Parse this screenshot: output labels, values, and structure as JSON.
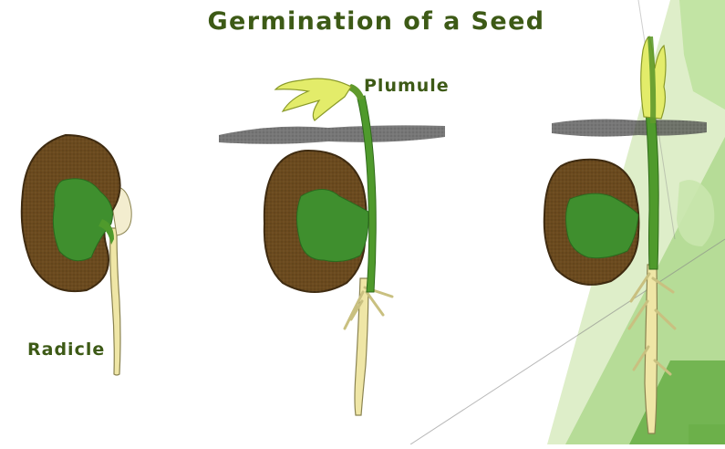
{
  "diagram": {
    "title": "Germination of a Seed",
    "labels": {
      "plumule": "Plumule",
      "radicle": "Radicle"
    },
    "stages": [
      {
        "stage": 1,
        "parts": [
          "seed-coat",
          "cotyledon",
          "radicle"
        ]
      },
      {
        "stage": 2,
        "parts": [
          "soil-surface",
          "seed-coat",
          "cotyledon",
          "plumule",
          "stem",
          "root"
        ]
      },
      {
        "stage": 3,
        "parts": [
          "soil-surface",
          "seed-coat",
          "cotyledon",
          "shoot",
          "stem",
          "root"
        ]
      }
    ]
  },
  "colors": {
    "title": "#3d5a16",
    "label": "#3d5a16",
    "seed_coat": "#6b4a1e",
    "seed_coat_dark": "#3f2b10",
    "cotyledon": "#3f8f2e",
    "stem": "#4f9a2c",
    "root": "#efe6a6",
    "leaf": "#e3ec6a",
    "soil": "#4a4a4a",
    "backdrop_light": "#d8ebbf",
    "backdrop_mid": "#9fd07a",
    "backdrop_dark": "#6cb04a"
  }
}
